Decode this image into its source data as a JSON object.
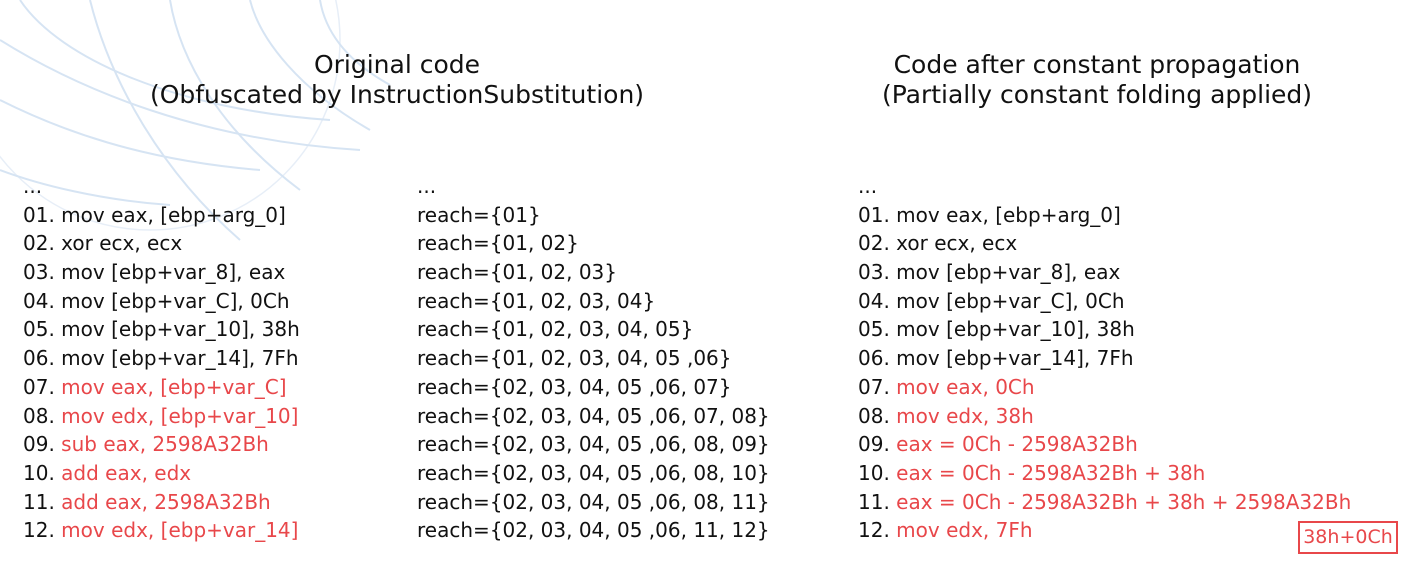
{
  "headings": {
    "left": [
      "Original code",
      "(Obfuscated by InstructionSubstitution)"
    ],
    "right": [
      "Code after constant propagation",
      "(Partially constant folding applied)"
    ]
  },
  "original_code": [
    {
      "num": "",
      "code": "...",
      "highlight": false
    },
    {
      "num": "01. ",
      "code": "mov eax, [ebp+arg_0]",
      "highlight": false
    },
    {
      "num": "02. ",
      "code": "xor ecx, ecx",
      "highlight": false
    },
    {
      "num": "03. ",
      "code": "mov [ebp+var_8], eax",
      "highlight": false
    },
    {
      "num": "04. ",
      "code": "mov [ebp+var_C], 0Ch",
      "highlight": false
    },
    {
      "num": "05. ",
      "code": "mov [ebp+var_10], 38h",
      "highlight": false
    },
    {
      "num": "06. ",
      "code": "mov [ebp+var_14], 7Fh",
      "highlight": false
    },
    {
      "num": "07. ",
      "code": "mov eax, [ebp+var_C]",
      "highlight": true
    },
    {
      "num": "08. ",
      "code": "mov edx, [ebp+var_10]",
      "highlight": true
    },
    {
      "num": "09. ",
      "code": "sub eax, 2598A32Bh",
      "highlight": true
    },
    {
      "num": "10. ",
      "code": "add eax, edx",
      "highlight": true
    },
    {
      "num": "11. ",
      "code": "add eax, 2598A32Bh",
      "highlight": true
    },
    {
      "num": "12. ",
      "code": "mov edx, [ebp+var_14]",
      "highlight": true
    }
  ],
  "reach_sets": [
    "...",
    "reach={01}",
    "reach={01, 02}",
    "reach={01, 02, 03}",
    "reach={01, 02, 03, 04}",
    "reach={01, 02, 03, 04, 05}",
    "reach={01, 02, 03, 04, 05 ,06}",
    "reach={02, 03, 04, 05 ,06, 07}",
    "reach={02, 03, 04, 05 ,06, 07, 08}",
    "reach={02, 03, 04, 05 ,06, 08, 09}",
    "reach={02, 03, 04, 05 ,06, 08, 10}",
    "reach={02, 03, 04, 05 ,06, 08, 11}",
    "reach={02, 03, 04, 05 ,06, 11, 12}"
  ],
  "propagated_code": [
    {
      "num": "",
      "code": "...",
      "highlight": false
    },
    {
      "num": "01. ",
      "code": "mov eax, [ebp+arg_0]",
      "highlight": false
    },
    {
      "num": "02. ",
      "code": "xor ecx, ecx",
      "highlight": false
    },
    {
      "num": "03. ",
      "code": "mov [ebp+var_8], eax",
      "highlight": false
    },
    {
      "num": "04. ",
      "code": "mov [ebp+var_C], 0Ch",
      "highlight": false
    },
    {
      "num": "05. ",
      "code": "mov [ebp+var_10], 38h",
      "highlight": false
    },
    {
      "num": "06. ",
      "code": "mov [ebp+var_14], 7Fh",
      "highlight": false
    },
    {
      "num": "07. ",
      "code": "mov eax, 0Ch",
      "highlight": true
    },
    {
      "num": "08. ",
      "code": "mov edx, 38h",
      "highlight": true
    },
    {
      "num": "09. ",
      "code": "eax = 0Ch - 2598A32Bh",
      "highlight": true
    },
    {
      "num": "10. ",
      "code": "eax = 0Ch - 2598A32Bh + 38h",
      "highlight": true
    },
    {
      "num": "11. ",
      "code": "eax = 0Ch - 2598A32Bh + 38h + 2598A32Bh",
      "highlight": true
    },
    {
      "num": "12. ",
      "code": "mov edx, 7Fh",
      "highlight": true
    }
  ],
  "boxed_note": "38h+0Ch",
  "colors": {
    "highlight": "#e8474a",
    "text": "#111111",
    "globe": "#c9dbef"
  }
}
